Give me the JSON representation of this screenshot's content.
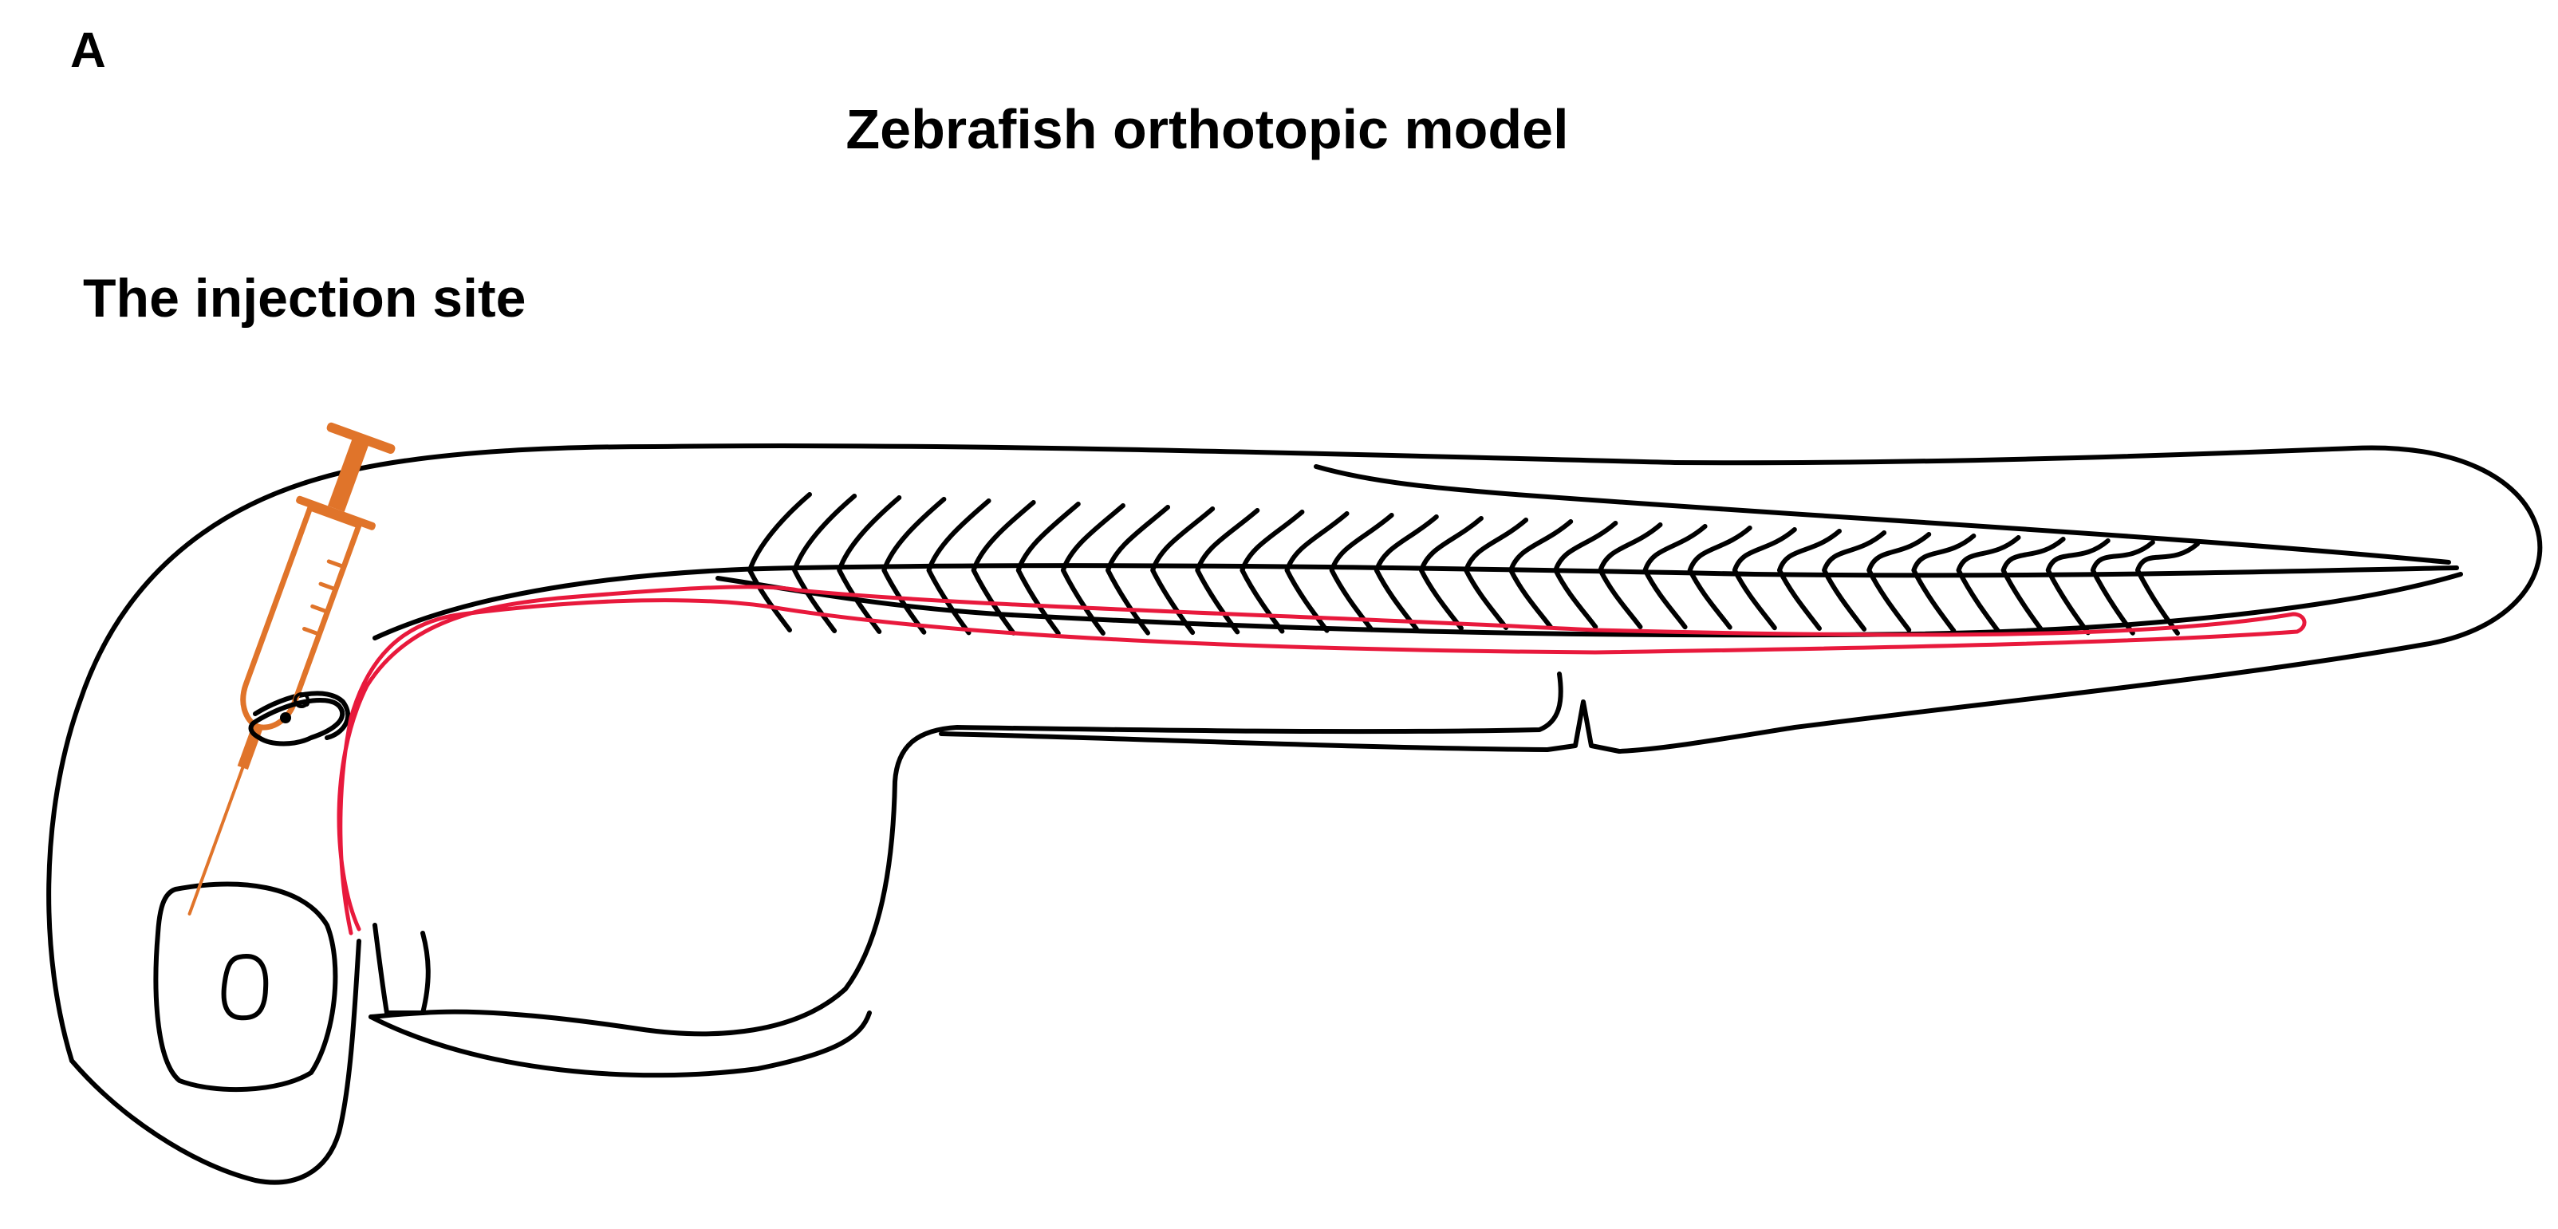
{
  "panel": {
    "letter": "A"
  },
  "figure": {
    "title": "Zebrafish orthotopic model",
    "injection_site_label": "The injection site"
  },
  "colors": {
    "outline": "#000000",
    "vessel": "#e8193c",
    "syringe": "#e0742a",
    "background": "#ffffff"
  },
  "icons": {
    "syringe": "syringe-icon",
    "fish": "zebrafish-larva-outline",
    "vessel": "blood-vessel-line"
  }
}
